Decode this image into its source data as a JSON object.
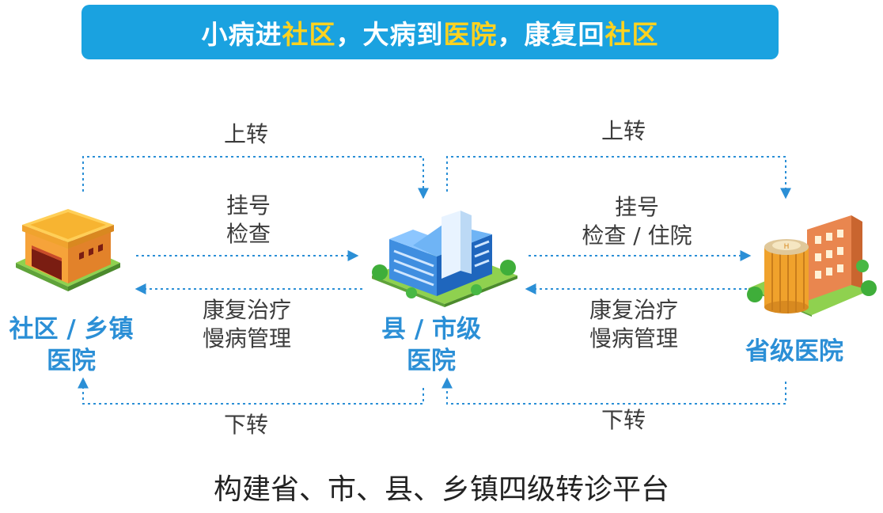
{
  "banner": {
    "part1": "小病进",
    "part2": "社区",
    "part3": "，大病到",
    "part4": "医院",
    "part5": "，康复回",
    "part6": "社区"
  },
  "nodes": {
    "community": {
      "line1": "社区 / 乡镇",
      "line2": "医院"
    },
    "county": {
      "line1": "县 / 市级",
      "line2": "医院"
    },
    "province": {
      "line1": "省级医院"
    }
  },
  "flows": {
    "left_up": "上转",
    "left_register": "挂号",
    "left_check": "检查",
    "left_rehab": "康复治疗",
    "left_chronic": "慢病管理",
    "left_down": "下转",
    "right_up": "上转",
    "right_register": "挂号",
    "right_check": "检查 / 住院",
    "right_rehab": "康复治疗",
    "right_chronic": "慢病管理",
    "right_down": "下转"
  },
  "footer": "构建省、市、县、乡镇四级转诊平台",
  "colors": {
    "banner_bg": "#1aa2e0",
    "banner_highlight": "#ffd21f",
    "node_label": "#2b8fd6",
    "arrow": "#2b8fd6"
  }
}
